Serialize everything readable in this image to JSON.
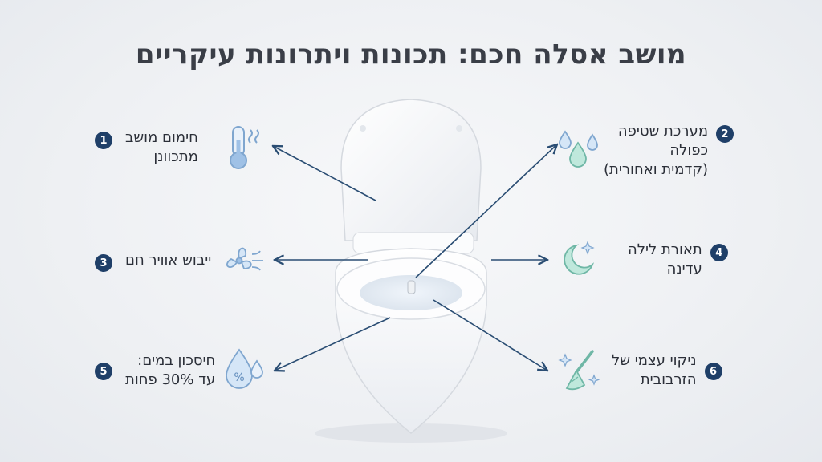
{
  "title": "מושב אסלה חכם: תכונות ויתרונות עיקריים",
  "features": [
    {
      "number": "1",
      "text": "חימום מושב\nמתכוונן",
      "icon": "thermometer-icon"
    },
    {
      "number": "2",
      "text": "מערכת שטיפה\nכפולה\n(קדמית ואחורית)",
      "icon": "water-drops-icon"
    },
    {
      "number": "3",
      "text": "ייבוש אוויר חם",
      "icon": "fan-icon"
    },
    {
      "number": "4",
      "text": "תאורת לילה\nעדינה",
      "icon": "moon-star-icon"
    },
    {
      "number": "5",
      "text": "חיסכון במים:\nעד 30% פחות",
      "icon": "water-percent-icon"
    },
    {
      "number": "6",
      "text": "ניקוי עצמי של\nהזרבובית",
      "icon": "broom-sparkle-icon"
    }
  ],
  "colors": {
    "badge": "#1f3f68",
    "arrow": "#2a4d73",
    "icon_blue": "#9fc1e6",
    "icon_mint": "#bfe8dc"
  }
}
